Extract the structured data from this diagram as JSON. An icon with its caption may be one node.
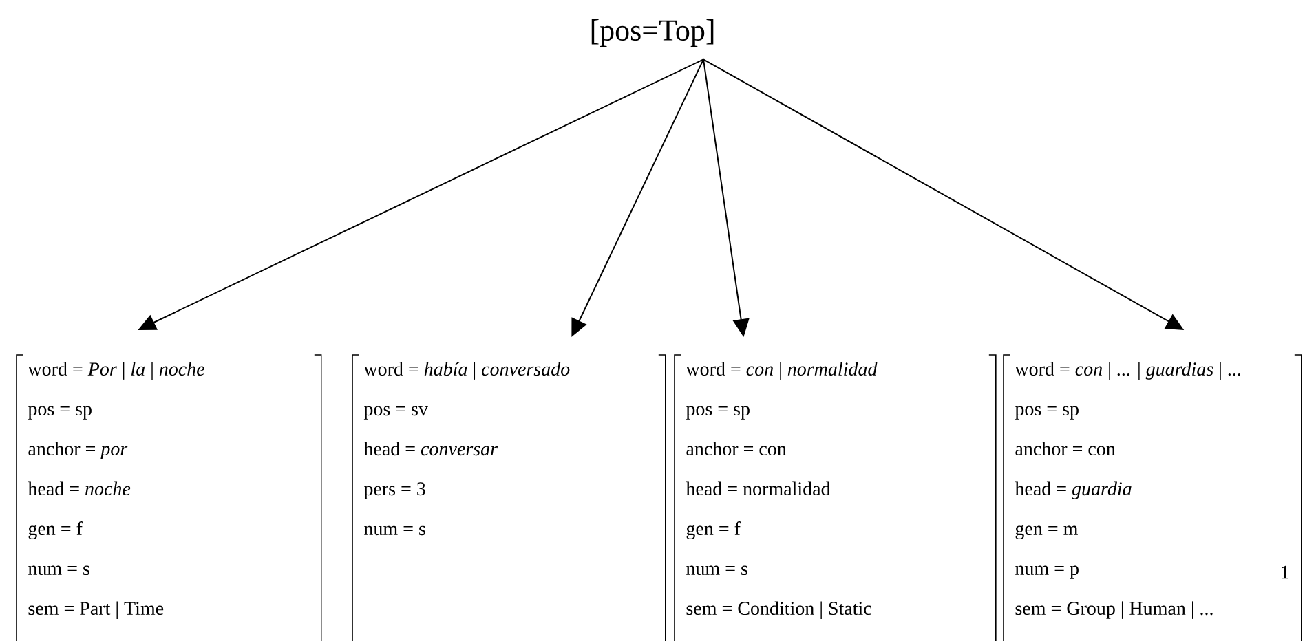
{
  "diagram": {
    "nodes": [
      {
        "text": [
          "[pos=Top]"
        ]
      },
      {
        "text": [
          "word = *Por* | *la* | *noche*",
          "pos = sp",
          "anchor = *por*",
          "head = *noche*",
          "gen = f",
          "num = s",
          "sem = Part | Time"
        ]
      },
      {
        "text": [
          "word = *había* | *conversado*",
          "pos = sv",
          "head = *conversar*",
          "pers = 3",
          "num = s"
        ]
      },
      {
        "text": [
          "word = *con* | *normalidad*",
          "pos = sp",
          "anchor = con",
          "head = normalidad",
          "gen = f",
          "num = s",
          "sem = Condition | Static"
        ]
      },
      {
        "text": [
          "word = *con* | ... | *guardias* | ...",
          "pos = sp",
          "anchor = con",
          "head = *guardia*",
          "gen = m",
          "num = p",
          "1",
          "sem = Group | Human | ..."
        ]
      }
    ],
    "edges": [
      {
        "from": 0,
        "to": 1,
        "arrow": "to"
      },
      {
        "from": 0,
        "to": 2,
        "arrow": "to"
      },
      {
        "from": 0,
        "to": 3,
        "arrow": "to"
      },
      {
        "from": 0,
        "to": 4,
        "arrow": "to"
      }
    ]
  }
}
